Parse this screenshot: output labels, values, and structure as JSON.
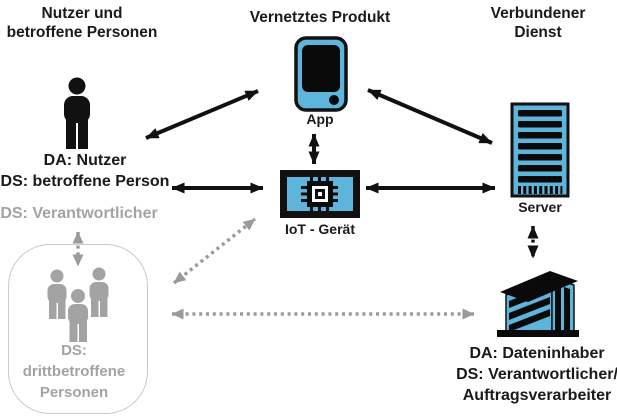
{
  "headers": {
    "left_lines": [
      "Nutzer und",
      "betroffene Personen"
    ],
    "center": "Vernetztes Produkt",
    "right_lines": [
      "Verbundener",
      "Dienst"
    ]
  },
  "nodes": {
    "user": {
      "line1": "DA: Nutzer",
      "line2": "DS: betroffene Person",
      "role_gray": "DS: Verantwortlicher",
      "icon": "person-icon"
    },
    "app": {
      "label": "App",
      "icon": "smartphone-icon"
    },
    "iot": {
      "label": "IoT - Gerät",
      "icon": "iot-chip-icon"
    },
    "server": {
      "label": "Server",
      "icon": "server-icon"
    },
    "third_persons": {
      "lines": [
        "DS:",
        "drittbetroffene",
        "Personen"
      ],
      "icon": "people-group-icon"
    },
    "company": {
      "lines": [
        "DA: Dateninhaber",
        "DS: Verantwortlicher/",
        "Auftragsverarbeiter"
      ],
      "icon": "office-building-icon"
    }
  },
  "colors": {
    "device_blue": "#5fb4dc",
    "arrow_black": "#111111",
    "arrow_gray": "#9a9a9a",
    "text_gray": "#a3a3a3",
    "box_border_gray": "#c9c9c9"
  },
  "edges": [
    {
      "from": "user",
      "to": "app",
      "style": "solid-black",
      "bidirectional": true
    },
    {
      "from": "user",
      "to": "iot",
      "style": "solid-black",
      "bidirectional": true
    },
    {
      "from": "app",
      "to": "iot",
      "style": "solid-black",
      "bidirectional": true
    },
    {
      "from": "app",
      "to": "server",
      "style": "solid-black",
      "bidirectional": true
    },
    {
      "from": "iot",
      "to": "server",
      "style": "solid-black",
      "bidirectional": true
    },
    {
      "from": "server",
      "to": "company",
      "style": "dotted-black",
      "bidirectional": true
    },
    {
      "from": "user",
      "to": "third_persons",
      "style": "dotted-gray",
      "bidirectional": true
    },
    {
      "from": "third_persons",
      "to": "iot",
      "style": "dotted-gray",
      "bidirectional": true
    },
    {
      "from": "third_persons",
      "to": "company",
      "style": "dotted-gray",
      "bidirectional": true
    }
  ]
}
